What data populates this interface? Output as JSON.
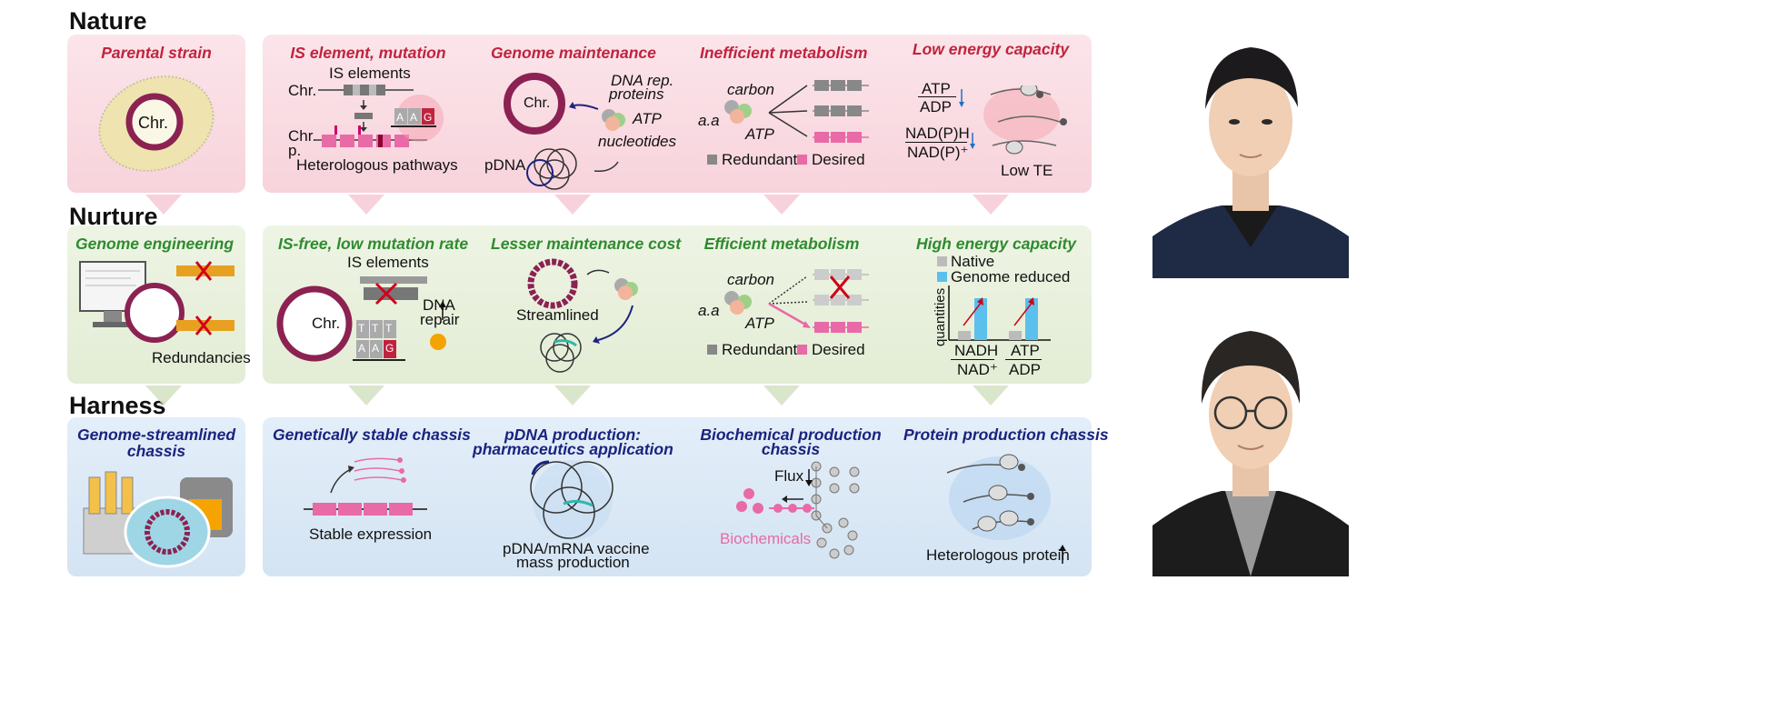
{
  "sections": {
    "nature": "Nature",
    "nurture": "Nurture",
    "harness": "Harness"
  },
  "nature": {
    "parental": {
      "title": "Parental strain",
      "chr": "Chr."
    },
    "is": {
      "title": "IS element, mutation",
      "is_label": "IS elements",
      "chr1": "Chr.",
      "chr2": "Chr.",
      "p": "p.",
      "pathways": "Heterologous pathways",
      "b1": "A",
      "b2": "A",
      "b3": "G"
    },
    "genome": {
      "title": "Genome maintenance",
      "chr": "Chr.",
      "dna_rep": "DNA rep.",
      "proteins": "proteins",
      "atp": "ATP",
      "nucleotides": "nucleotides",
      "pdna": "pDNA"
    },
    "metab": {
      "title": "Inefficient metabolism",
      "carbon": "carbon",
      "aa": "a.a",
      "atp": "ATP",
      "redundant": "Redundant",
      "desired": "Desired"
    },
    "energy": {
      "title": "Low energy capacity",
      "atp": "ATP",
      "adp": "ADP",
      "nadph": "NAD(P)H",
      "nadp": "NAD(P)⁺",
      "low_te": "Low TE"
    }
  },
  "nurture": {
    "engineering": {
      "title": "Genome engineering",
      "redundancies": "Redundancies"
    },
    "isfree": {
      "title": "IS-free, low mutation rate",
      "is_label": "IS elements",
      "chr": "Chr.",
      "dna": "DNA",
      "repair": "repair",
      "b1": "A",
      "b2": "A",
      "b3": "G",
      "t1": "T",
      "t2": "T",
      "t3": "T"
    },
    "lesser": {
      "title": "Lesser maintenance cost",
      "streamlined": "Streamlined"
    },
    "efficient": {
      "title": "Efficient metabolism",
      "carbon": "carbon",
      "aa": "a.a",
      "atp": "ATP",
      "redundant": "Redundant",
      "desired": "Desired"
    },
    "high": {
      "title": "High energy capacity",
      "native": "Native",
      "reduced": "Genome reduced",
      "ylabel": "quantities",
      "nadh": "NADH",
      "nad": "NAD⁺",
      "atp": "ATP",
      "adp": "ADP"
    }
  },
  "harness": {
    "chassis": {
      "title1": "Genome-streamlined",
      "title2": "chassis"
    },
    "stable": {
      "title": "Genetically stable chassis",
      "label": "Stable expression"
    },
    "pdna": {
      "title1": "pDNA production:",
      "title2": "pharmaceutics application",
      "label1": "pDNA/mRNA vaccine",
      "label2": "mass production"
    },
    "biochem": {
      "title1": "Biochemical production",
      "title2": "chassis",
      "flux": "Flux",
      "label": "Biochemicals"
    },
    "protein": {
      "title": "Protein production chassis",
      "label": "Heterologous protein"
    }
  },
  "colors": {
    "pink_panel": "#f8d3dc",
    "green_panel": "#e3edd5",
    "blue_panel": "#d4e4f3",
    "chromosome": "#8b2252",
    "desired": "#e86aa6",
    "title_red": "#c0233e",
    "title_green": "#2e8b2e",
    "title_navy": "#1a237e"
  }
}
